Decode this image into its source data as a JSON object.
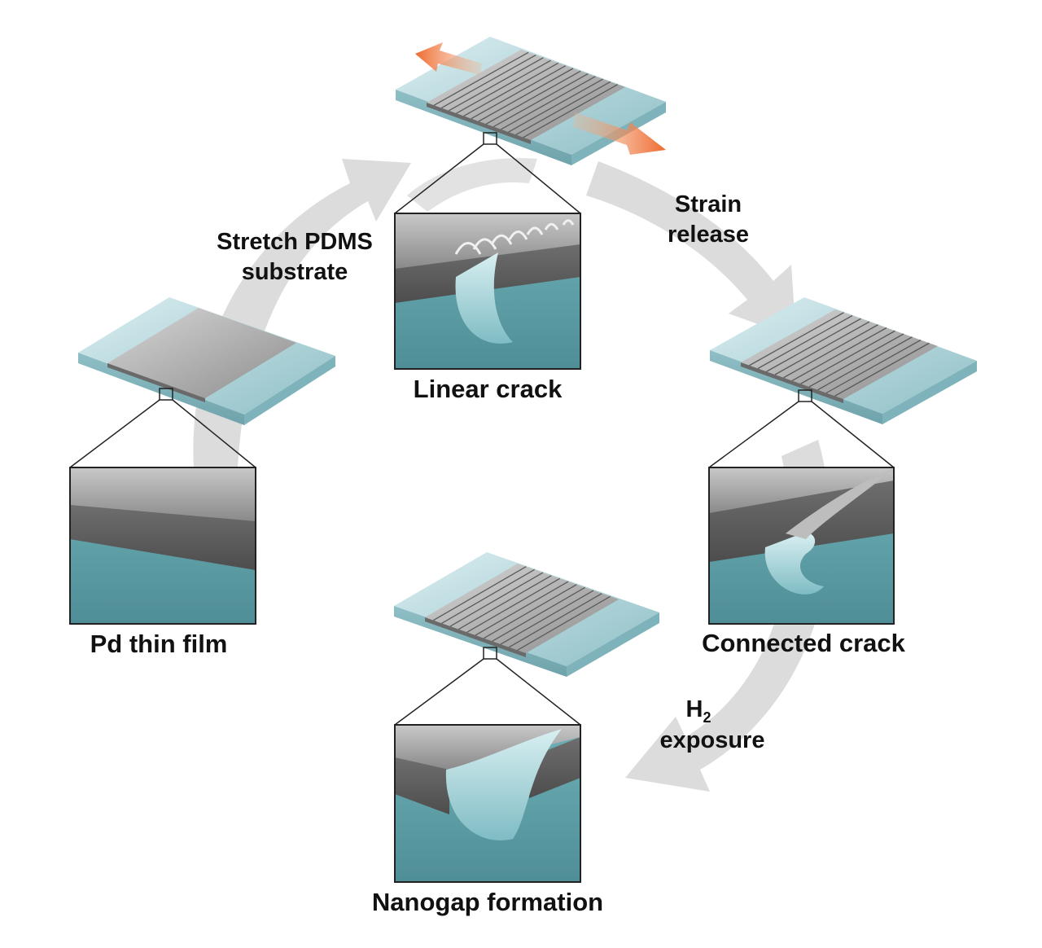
{
  "colors": {
    "glass_light": "#cfe6ea",
    "glass_mid": "#a9cfd5",
    "glass_dark": "#7fb3bb",
    "metal_light": "#c9c9c9",
    "metal_mid": "#9a9a9a",
    "metal_dark": "#5c5c5c",
    "pdms_teal": "#5f9fa6",
    "arrow_grey": "#d8d8d8",
    "strain_arrow": "#ee7a40",
    "text": "#111111"
  },
  "steps": {
    "pd_film": {
      "label": "Pd thin film"
    },
    "linear_crack": {
      "label": "Linear crack"
    },
    "connected_crack": {
      "label": "Connected crack"
    },
    "nanogap": {
      "label": "Nanogap formation"
    }
  },
  "transitions": {
    "stretch": {
      "line1": "Stretch PDMS",
      "line2": "substrate"
    },
    "release": {
      "line1": "Strain",
      "line2": "release"
    },
    "exposure": {
      "line1": "H",
      "line1_sub": "2",
      "line2": "exposure"
    }
  }
}
